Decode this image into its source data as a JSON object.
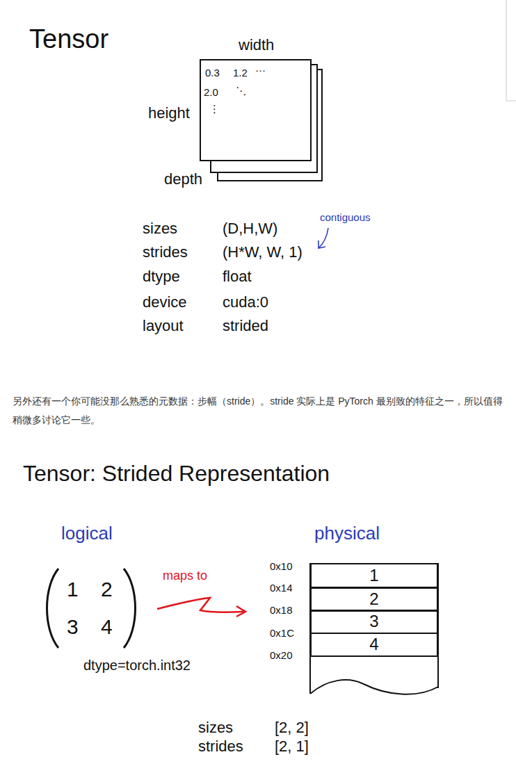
{
  "diagram": {
    "title": "Tensor",
    "nodes": [
      {
        "text": [
          "0.3",
          "1.2",
          "···",
          "2.0",
          "⋱",
          "⋮"
        ]
      },
      {
        "text": [
          "1"
        ]
      },
      {
        "text": [
          "2"
        ]
      },
      {
        "text": [
          "3"
        ]
      },
      {
        "text": [
          "4"
        ]
      }
    ],
    "labels": [
      "width",
      "height",
      "depth",
      "sizes",
      "(D,H,W)",
      "contiguous",
      "strides",
      "(H*W, W, 1)",
      "dtype",
      "float",
      "device",
      "cuda:0",
      "layout",
      "strided",
      "另外还有一个你可能没那么熟悉的元数据：步幅（stride）。stride 实际上是 PyTorch 最别致的特征之一，所以值得稍微多讨论它一些。",
      "Tensor: Strided Representation",
      "logical",
      "physical",
      "1",
      "2",
      "3",
      "4",
      "dtype=torch.int32",
      "maps to",
      "0x10",
      "0x14",
      "0x18",
      "0x1C",
      "0x20",
      "sizes",
      "[2, 2]",
      "strides",
      "[2, 1]"
    ]
  }
}
